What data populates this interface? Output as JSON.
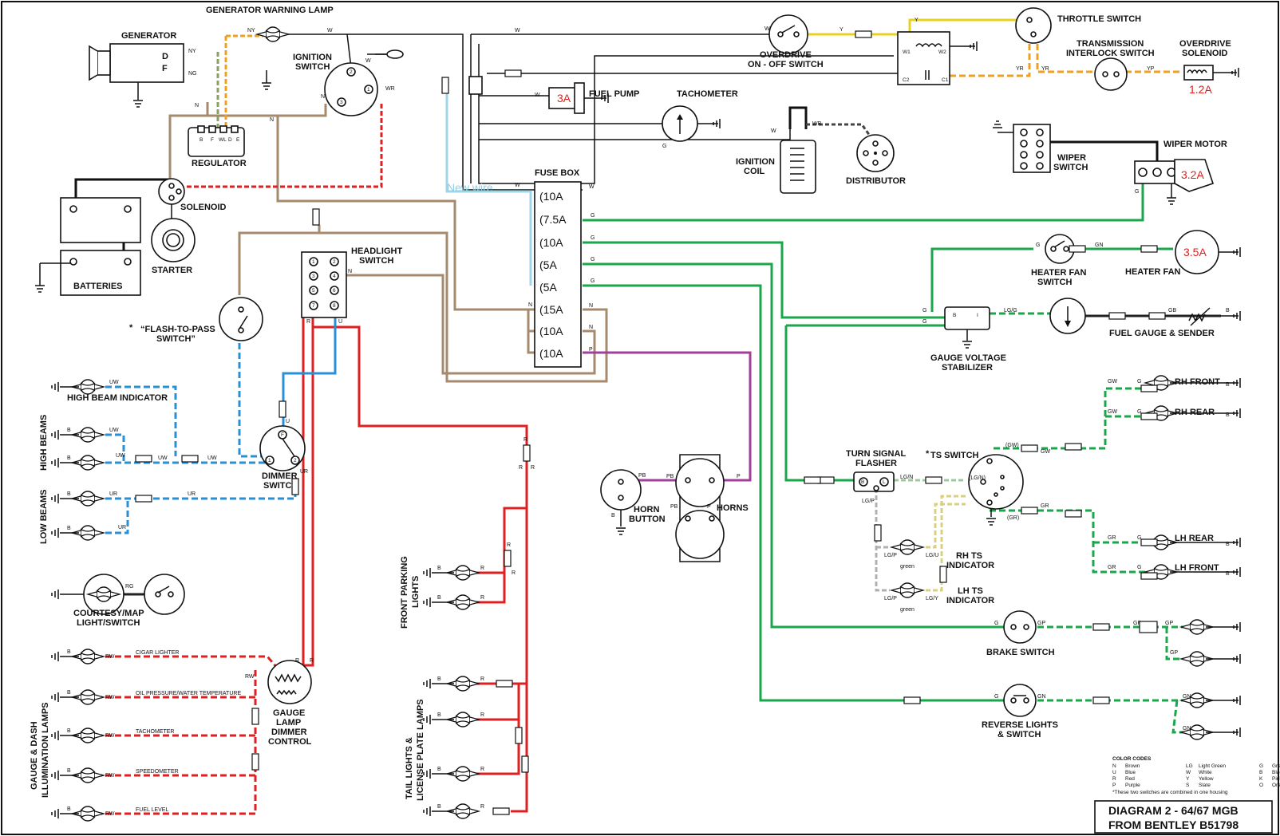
{
  "diagram_title": "DIAGRAM 2 - 64/67 MGB",
  "diagram_source": "FROM BENTLEY B51798",
  "new_wire_note": "New wire",
  "components": {
    "generator_warning_lamp": "GENERATOR WARNING LAMP",
    "generator": "GENERATOR",
    "ignition_switch_1": "IGNITION",
    "ignition_switch_2": "SWITCH",
    "regulator": "REGULATOR",
    "solenoid": "SOLENOID",
    "starter": "STARTER",
    "batteries": "BATTERIES",
    "fuel_pump": "FUEL PUMP",
    "tachometer": "TACHOMETER",
    "ignition_coil_1": "IGNITION",
    "ignition_coil_2": "COIL",
    "distributor": "DISTRIBUTOR",
    "overdrive_switch_1": "OVERDRIVE",
    "overdrive_switch_2": "ON - OFF SWITCH",
    "throttle_switch": "THROTTLE SWITCH",
    "transmission_switch_1": "TRANSMISSION",
    "transmission_switch_2": "INTERLOCK SWITCH",
    "overdrive_solenoid_1": "OVERDRIVE",
    "overdrive_solenoid_2": "SOLENOID",
    "wiper_switch_1": "WIPER",
    "wiper_switch_2": "SWITCH",
    "wiper_motor": "WIPER MOTOR",
    "fuse_box": "FUSE BOX",
    "headlight_switch_1": "HEADLIGHT",
    "headlight_switch_2": "SWITCH",
    "flash_to_pass_1": "“FLASH-TO-PASS",
    "flash_to_pass_2": "SWITCH”",
    "high_beam_indicator": "HIGH BEAM INDICATOR",
    "high_beams": "HIGH BEAMS",
    "low_beams": "LOW BEAMS",
    "dimmer_switch_1": "DIMMER",
    "dimmer_switch_2": "SWITCH",
    "courtesy_1": "COURTESY/MAP",
    "courtesy_2": "LIGHT/SWITCH",
    "gauge_lamp_1": "GAUGE",
    "gauge_lamp_2": "LAMP",
    "gauge_lamp_3": "DIMMER",
    "gauge_lamp_4": "CONTROL",
    "gauge_dash_1": "GAUGE  & DASH",
    "gauge_dash_2": "ILLUMINATION LAMPS",
    "cigar_lighter": "CIGAR LIGHTER",
    "oil_pressure": "OIL PRESSURE/WATER TEMPERATURE",
    "tachometer_lamp": "TACHOMETER",
    "speedometer": "SPEEDOMETER",
    "fuel_level": "FUEL LEVEL",
    "front_parking_1": "FRONT PARKING",
    "front_parking_2": "LIGHTS",
    "tail_lights_1": "TAIL LIGHTS &",
    "tail_lights_2": "LICENSE PLATE LAMPS",
    "horn_button_1": "HORN",
    "horn_button_2": "BUTTON",
    "horns": "HORNS",
    "heater_fan_switch_1": "HEATER FAN",
    "heater_fan_switch_2": "SWITCH",
    "heater_fan": "HEATER FAN",
    "gauge_voltage_1": "GAUGE VOLTAGE",
    "gauge_voltage_2": "STABILIZER",
    "fuel_gauge": "FUEL GAUGE & SENDER",
    "rh_front": "RH FRONT",
    "rh_rear": "RH REAR",
    "turn_signal_1": "TURN SIGNAL",
    "turn_signal_2": "FLASHER",
    "ts_switch": "TS SWITCH",
    "rh_ts_1": "RH TS",
    "rh_ts_2": "INDICATOR",
    "lh_ts_1": "LH TS",
    "lh_ts_2": "INDICATOR",
    "lh_rear": "LH REAR",
    "lh_front": "LH FRONT",
    "brake_switch": "BRAKE SWITCH",
    "reverse_1": "REVERSE LIGHTS",
    "reverse_2": "& SWITCH"
  },
  "current_ratings": {
    "fuel_pump": "3A",
    "overdrive_solenoid": "1.2A",
    "wiper_motor": "3.2A",
    "heater_fan": "3.5A"
  },
  "fuses": [
    "10A",
    "7.5A",
    "10A",
    "5A",
    "5A",
    "15A",
    "10A",
    "10A"
  ],
  "color_codes": {
    "heading": "COLOR CODES",
    "codes": [
      {
        "code": "N",
        "name": "Brown"
      },
      {
        "code": "U",
        "name": "Blue"
      },
      {
        "code": "R",
        "name": "Red"
      },
      {
        "code": "P",
        "name": "Purple"
      },
      {
        "code": "LG",
        "name": "Light Green"
      },
      {
        "code": "W",
        "name": "White"
      },
      {
        "code": "Y",
        "name": "Yellow"
      },
      {
        "code": "S",
        "name": "Slate"
      },
      {
        "code": "G",
        "name": "Green"
      },
      {
        "code": "B",
        "name": "Black"
      },
      {
        "code": "K",
        "name": "Pink"
      },
      {
        "code": "O",
        "name": "Orange"
      }
    ],
    "footnote": "*These two switches are combined in one housing"
  },
  "wire_colors": {
    "brown": "#a68a6d",
    "blue": "#2a8fd4",
    "red": "#e02020",
    "purple": "#a0409a",
    "green": "#1aa64a",
    "yellow": "#e8d020",
    "light_blue": "#9fd6ea",
    "white_wire": "#bbbbbb"
  }
}
